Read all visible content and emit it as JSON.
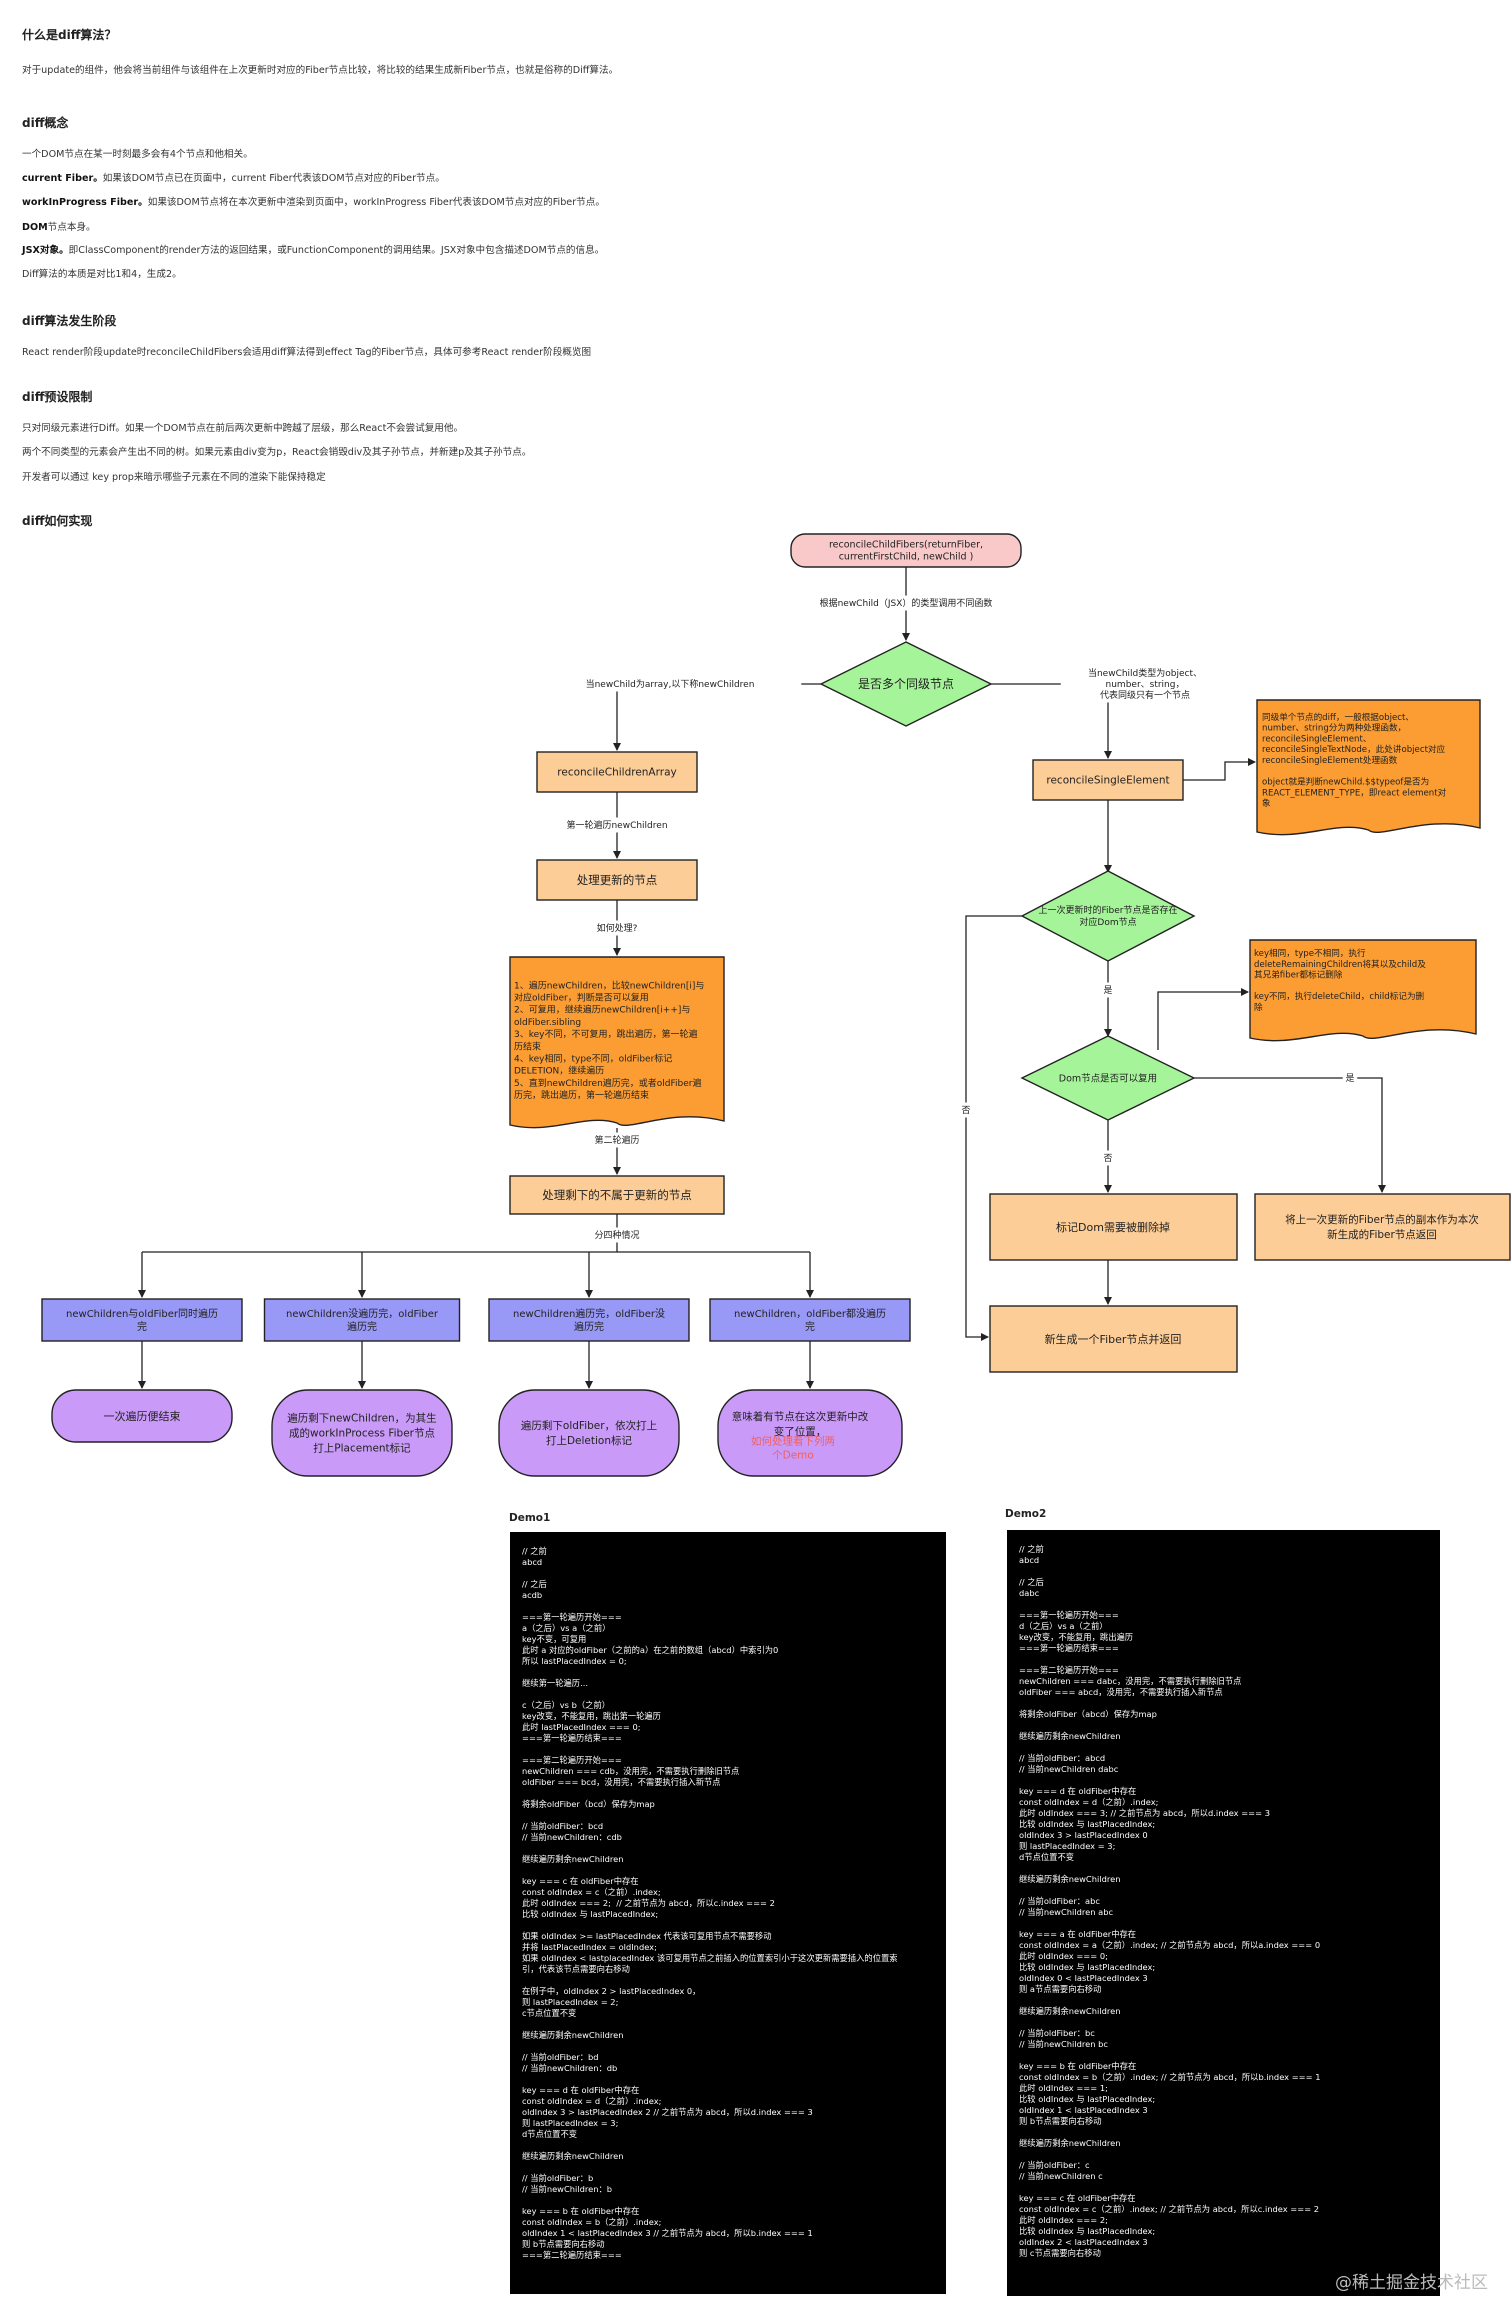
{
  "article": {
    "sections": [
      {
        "title": "什么是diff算法？",
        "lines": [
          [
            {
              "b": "",
              "t": "对于update的组件，他会将当前组件与该组件在上次更新时对应的Fiber节点比较，将比较的结果生成新Fiber节点，也就是俗称的Diff算法。"
            }
          ]
        ]
      },
      {
        "title": "diff概念",
        "lines": [
          [
            {
              "b": "",
              "t": "一个DOM节点在某一时刻最多会有4个节点和他相关。"
            }
          ],
          [
            {
              "b": "current Fiber。",
              "t": "如果该DOM节点已在页面中，current Fiber代表该DOM节点对应的Fiber节点。"
            }
          ],
          [
            {
              "b": "workInProgress Fiber。",
              "t": "如果该DOM节点将在本次更新中渲染到页面中，workInProgress Fiber代表该DOM节点对应的Fiber节点。"
            }
          ],
          [
            {
              "b": "DOM",
              "t": "节点本身。"
            }
          ],
          [
            {
              "b": "JSX对象。",
              "t": "即ClassComponent的render方法的返回结果，或FunctionComponent的调用结果。JSX对象中包含描述DOM节点的信息。"
            }
          ],
          [
            {
              "b": "",
              "t": "Diff算法的本质是对比1和4，生成2。"
            }
          ]
        ]
      },
      {
        "title": "diff算法发生阶段",
        "lines": [
          [
            {
              "b": "",
              "t": "React render阶段update时reconcileChildFibers会适用diff算法得到effect Tag的Fiber节点，具体可参考React render阶段概览图"
            }
          ]
        ]
      },
      {
        "title": "diff预设限制",
        "lines": [
          [
            {
              "b": "",
              "t": "只对同级元素进行Diff。如果一个DOM节点在前后两次更新中跨越了层级，那么React不会尝试复用他。"
            }
          ],
          [
            {
              "b": "",
              "t": "两个不同类型的元素会产生出不同的树。如果元素由div变为p，React会销毁div及其子孙节点，并新建p及其子孙节点。"
            }
          ],
          [
            {
              "b": "",
              "t": "开发者可以通过 key prop来暗示哪些子元素在不同的渲染下能保持稳定"
            }
          ]
        ]
      },
      {
        "title": "diff如何实现",
        "lines": []
      }
    ]
  },
  "diagram": {
    "start": [
      "reconcileChildFibers(returnFiber,",
      "currentFirstChild, newChild )"
    ],
    "edge_start": "根据newChild（JSX）的类型调用不同函数",
    "decision_multi": "是否多个同级节点",
    "edge_left": "当newChild为array,以下称newChildren",
    "edge_right": [
      "当newChild类型为object、",
      "number、string，",
      "代表同级只有一个节点"
    ],
    "array_box": "reconcileChildrenArray",
    "edge_first": "第一轮遍历newChildren",
    "process_update": "处理更新的节点",
    "edge_how": "如何处理?",
    "first_round_note": [
      "1、遍历newChildren，比较newChildren[i]与",
      "对应oldFiber，判断是否可以复用",
      "2、可复用，继续遍历newChildren[i++]与",
      "oldFiber.sibling",
      "3、key不同，不可复用，跳出遍历，第一轮遍",
      "历结束",
      "4、key相同，type不同，oldFiber标记",
      "DELETION，继续遍历",
      "5、直到newChildren遍历完，或者oldFiber遍",
      "历完，跳出遍历，第一轮遍历结束"
    ],
    "edge_second": "第二轮遍历",
    "process_rest": "处理剩下的不属于更新的节点",
    "edge_cases": "分四种情况",
    "cases": [
      {
        "box": [
          "newChildren与oldFiber同时遍历",
          "完"
        ],
        "result": [
          "一次遍历便结束"
        ],
        "highlight": ""
      },
      {
        "box": [
          "newChildren没遍历完，oldFiber",
          "遍历完"
        ],
        "result": [
          "遍历剩下newChildren，为其生",
          "成的workInProcess Fiber节点",
          "打上Placement标记"
        ],
        "highlight": ""
      },
      {
        "box": [
          "newChildren遍历完，oldFiber没",
          "遍历完"
        ],
        "result": [
          "遍历剩下oldFiber，依次打上",
          "打上Deletion标记"
        ],
        "highlight": ""
      },
      {
        "box": [
          "newChildren，oldFiber都没遍历",
          "完"
        ],
        "result": [
          "意味着有节点在这次更新中改",
          "变了位置，"
        ],
        "highlight": [
          "如何处理看下列两",
          "个Demo"
        ]
      }
    ],
    "single_box": "reconcileSingleElement",
    "single_note": [
      "同级单个节点的diff，一般根据object、",
      "number、string分为两种处理函数，",
      "reconcileSingleElement、",
      "reconcileSingleTextNode，此处讲object对应",
      "reconcileSingleElement处理函数",
      "",
      "object就是判断newChild.$$typeof是否为",
      "REACT_ELEMENT_TYPE，即react element对",
      "象"
    ],
    "decision_exist": [
      "上一次更新时的Fiber节点是否存在",
      "对应Dom节点"
    ],
    "key_note": [
      "key相同，type不相同，执行",
      "deleteRemainingChildren将其以及child及",
      "其兄弟fiber都标记删除",
      "",
      "key不同，执行deleteChild，child标记为删",
      "除"
    ],
    "label_yes1": "是",
    "label_no1": "否",
    "decision_reuse": "Dom节点是否可以复用",
    "label_yes2": "是",
    "label_no2": "否",
    "mark_delete": "标记Dom需要被删除掉",
    "reuse_copy": [
      "将上一次更新的Fiber节点的副本作为本次",
      "新生成的Fiber节点返回"
    ],
    "new_fiber": "新生成一个Fiber节点并返回"
  },
  "demos": [
    {
      "title": "Demo1",
      "code": [
        "// 之前",
        "abcd",
        "",
        "// 之后",
        "acdb",
        "",
        "===第一轮遍历开始===",
        "a（之后）vs a（之前）",
        "key不变，可复用",
        "此时 a 对应的oldFiber（之前的a）在之前的数组（abcd）中索引为0",
        "所以 lastPlacedIndex = 0;",
        "",
        "继续第一轮遍历...",
        "",
        "c（之后）vs b（之前）",
        "key改变，不能复用，跳出第一轮遍历",
        "此时 lastPlacedIndex === 0;",
        "===第一轮遍历结束===",
        "",
        "===第二轮遍历开始===",
        "newChildren === cdb，没用完，不需要执行删除旧节点",
        "oldFiber === bcd，没用完，不需要执行插入新节点",
        "",
        "将剩余oldFiber（bcd）保存为map",
        "",
        "// 当前oldFiber：bcd",
        "// 当前newChildren：cdb",
        "",
        "继续遍历剩余newChildren",
        "",
        "key === c 在 oldFiber中存在",
        "const oldIndex = c（之前）.index;",
        "此时 oldIndex === 2;  // 之前节点为 abcd，所以c.index === 2",
        "比较 oldIndex 与 lastPlacedIndex;",
        "",
        "如果 oldIndex >= lastPlacedIndex 代表该可复用节点不需要移动",
        "并将 lastPlacedIndex = oldIndex;",
        "如果 oldIndex < lastplacedIndex 该可复用节点之前插入的位置索引小于这次更新需要插入的位置索",
        "引，代表该节点需要向右移动",
        "",
        "在例子中，oldIndex 2 > lastPlacedIndex 0，",
        "则 lastPlacedIndex = 2;",
        "c节点位置不变",
        "",
        "继续遍历剩余newChildren",
        "",
        "// 当前oldFiber：bd",
        "// 当前newChildren：db",
        "",
        "key === d 在 oldFiber中存在",
        "const oldIndex = d（之前）.index;",
        "oldIndex 3 > lastPlacedIndex 2 // 之前节点为 abcd，所以d.index === 3",
        "则 lastPlacedIndex = 3;",
        "d节点位置不变",
        "",
        "继续遍历剩余newChildren",
        "",
        "// 当前oldFiber：b",
        "// 当前newChildren：b",
        "",
        "key === b 在 oldFiber中存在",
        "const oldIndex = b（之前）.index;",
        "oldIndex 1 < lastPlacedIndex 3 // 之前节点为 abcd，所以b.index === 1",
        "则 b节点需要向右移动",
        "===第二轮遍历结束==="
      ]
    },
    {
      "title": "Demo2",
      "code": [
        "// 之前",
        "abcd",
        "",
        "// 之后",
        "dabc",
        "",
        "===第一轮遍历开始===",
        "d（之后）vs a（之前）",
        "key改变，不能复用，跳出遍历",
        "===第一轮遍历结束===",
        "",
        "===第二轮遍历开始===",
        "newChildren === dabc，没用完，不需要执行删除旧节点",
        "oldFiber === abcd，没用完，不需要执行插入新节点",
        "",
        "将剩余oldFiber（abcd）保存为map",
        "",
        "继续遍历剩余newChildren",
        "",
        "// 当前oldFiber：abcd",
        "// 当前newChildren dabc",
        "",
        "key === d 在 oldFiber中存在",
        "const oldIndex = d（之前）.index;",
        "此时 oldIndex === 3; // 之前节点为 abcd，所以d.index === 3",
        "比较 oldIndex 与 lastPlacedIndex;",
        "oldIndex 3 > lastPlacedIndex 0",
        "则 lastPlacedIndex = 3;",
        "d节点位置不变",
        "",
        "继续遍历剩余newChildren",
        "",
        "// 当前oldFiber：abc",
        "// 当前newChildren abc",
        "",
        "key === a 在 oldFiber中存在",
        "const oldIndex = a（之前）.index; // 之前节点为 abcd，所以a.index === 0",
        "此时 oldIndex === 0;",
        "比较 oldIndex 与 lastPlacedIndex;",
        "oldIndex 0 < lastPlacedIndex 3",
        "则 a节点需要向右移动",
        "",
        "继续遍历剩余newChildren",
        "",
        "// 当前oldFiber：bc",
        "// 当前newChildren bc",
        "",
        "key === b 在 oldFiber中存在",
        "const oldIndex = b（之前）.index; // 之前节点为 abcd，所以b.index === 1",
        "此时 oldIndex === 1;",
        "比较 oldIndex 与 lastPlacedIndex;",
        "oldIndex 1 < lastPlacedIndex 3",
        "则 b节点需要向右移动",
        "",
        "继续遍历剩余newChildren",
        "",
        "// 当前oldFiber：c",
        "// 当前newChildren c",
        "",
        "key === c 在 oldFiber中存在",
        "const oldIndex = c（之前）.index; // 之前节点为 abcd，所以c.index === 2",
        "此时 oldIndex === 2;",
        "比较 oldIndex 与 lastPlacedIndex;",
        "oldIndex 2 < lastPlacedIndex 3",
        "则 c节点需要向右移动"
      ]
    }
  ],
  "watermark": "@稀土掘金技术社区",
  "colors": {
    "start": "#f9c9c9",
    "decision": "#a6f49a",
    "box": "#fdcd97",
    "note": "#fb9d33",
    "case": "#9898f6",
    "result": "#c99af7",
    "highlight": "#f06060"
  }
}
